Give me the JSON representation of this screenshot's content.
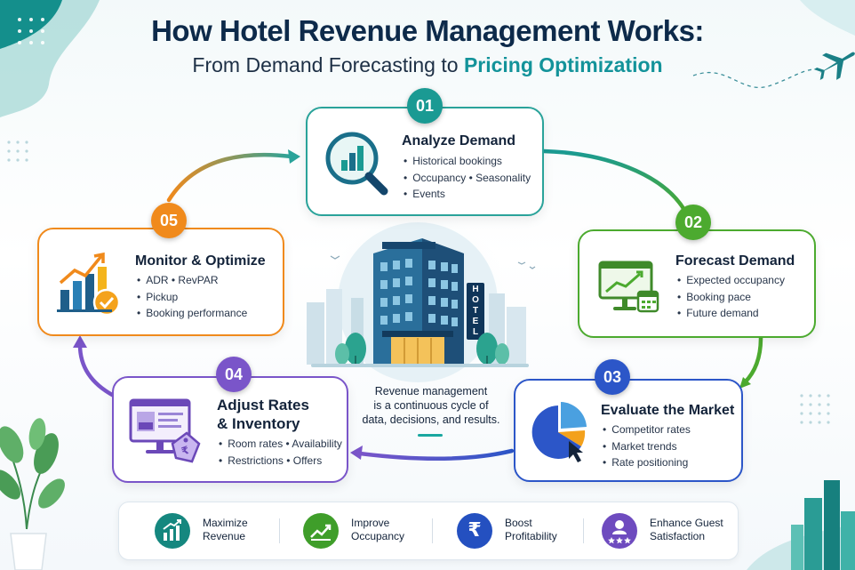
{
  "title": "How Hotel Revenue Management Works:",
  "subtitle_part1": "From Demand Forecasting to",
  "subtitle_part2": "Pricing Optimization",
  "steps": [
    {
      "num": "01",
      "title": "Analyze Demand",
      "items": [
        "Historical bookings",
        "Occupancy • Seasonality",
        "Events"
      ],
      "color": "#1a9a93"
    },
    {
      "num": "02",
      "title": "Forecast Demand",
      "items": [
        "Expected occupancy",
        "Booking pace",
        "Future demand"
      ],
      "color": "#4caa2f"
    },
    {
      "num": "03",
      "title": "Evaluate the Market",
      "items": [
        "Competitor rates",
        "Market trends",
        "Rate positioning"
      ],
      "color": "#2c56c8"
    },
    {
      "num": "04",
      "title_line1": "Adjust Rates",
      "title_line2": "& Inventory",
      "items": [
        "Room rates • Availability",
        "Restrictions • Offers"
      ],
      "color": "#7a55c9"
    },
    {
      "num": "05",
      "title": "Monitor & Optimize",
      "items": [
        "ADR • RevPAR",
        "Pickup",
        "Booking performance"
      ],
      "color": "#f08a1c"
    }
  ],
  "hotel_sign": "HOTEL",
  "center": {
    "line1": "Revenue management",
    "line2": "is a continuous cycle of",
    "line3": "data, decisions, and results."
  },
  "benefits": [
    {
      "line1": "Maximize",
      "line2": "Revenue",
      "color": "#15877f"
    },
    {
      "line1": "Improve",
      "line2": "Occupancy",
      "color": "#3f9e2a"
    },
    {
      "line1": "Boost",
      "line2": "Profitability",
      "color": "#2450c0"
    },
    {
      "line1": "Enhance Guest",
      "line2": "Satisfaction",
      "color": "#6e4bbf"
    }
  ],
  "rupee_glyph": "₹"
}
